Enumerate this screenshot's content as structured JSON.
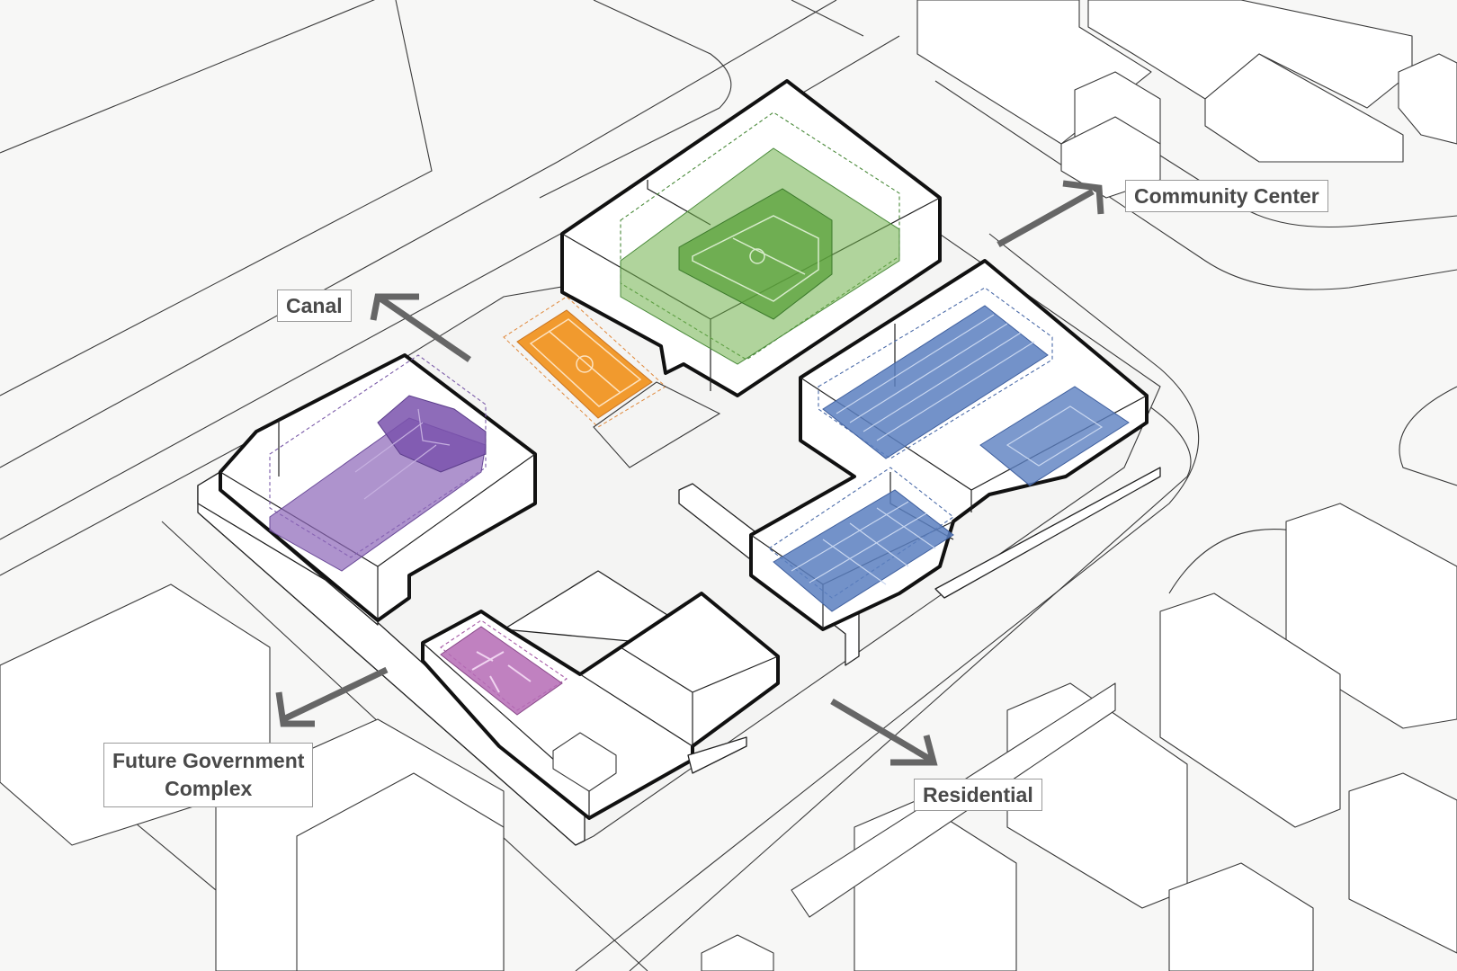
{
  "labels": {
    "community_center": "Community Center",
    "canal": "Canal",
    "future_government": "Future Government\nComplex",
    "residential": "Residential"
  },
  "colors": {
    "green_program": "#6fb04a",
    "orange_program": "#f19a2e",
    "purple_program": "#8b65b8",
    "magenta_program": "#b56bb5",
    "blue_program": "#5b7fc0",
    "arrow": "#666666",
    "linework": "#111111"
  },
  "icons": {
    "direction_arrows": "arrow"
  }
}
